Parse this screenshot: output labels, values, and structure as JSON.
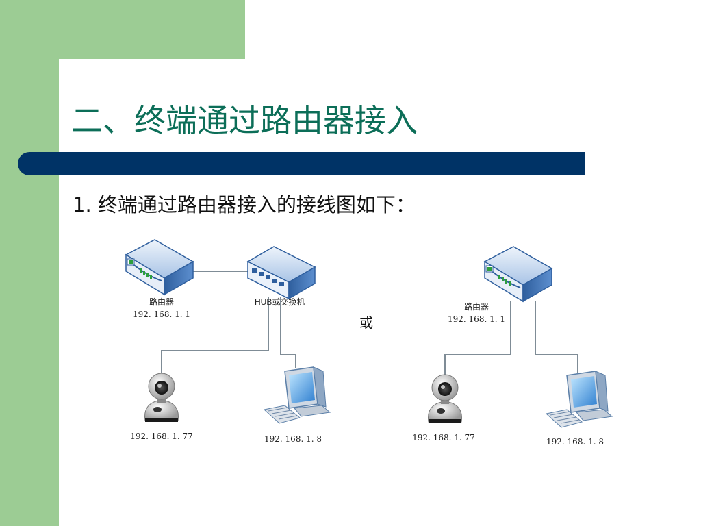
{
  "slide": {
    "title": "二、终端通过路由器接入",
    "subtitle": "1. 终端通过路由器接入的接线图如下："
  },
  "diagram": {
    "left": {
      "router_label": "路由器",
      "router_ip": "192. 168. 1. 1",
      "hub_label": "HUB或交换机",
      "camera_ip": "192. 168. 1. 77",
      "pc_ip": "192. 168. 1. 8"
    },
    "separator": "或",
    "right": {
      "router_label": "路由器",
      "router_ip": "192. 168. 1. 1",
      "camera_ip": "192. 168. 1. 77",
      "pc_ip": "192. 168. 1. 8"
    }
  },
  "colors": {
    "green": "#9ccc94",
    "title": "#0c6e58",
    "bar": "#003366",
    "device_blue": "#4a7fbf",
    "wire": "#7f8c96"
  },
  "icons": [
    "router-icon",
    "hub-switch-icon",
    "ip-camera-icon",
    "desktop-computer-icon"
  ]
}
